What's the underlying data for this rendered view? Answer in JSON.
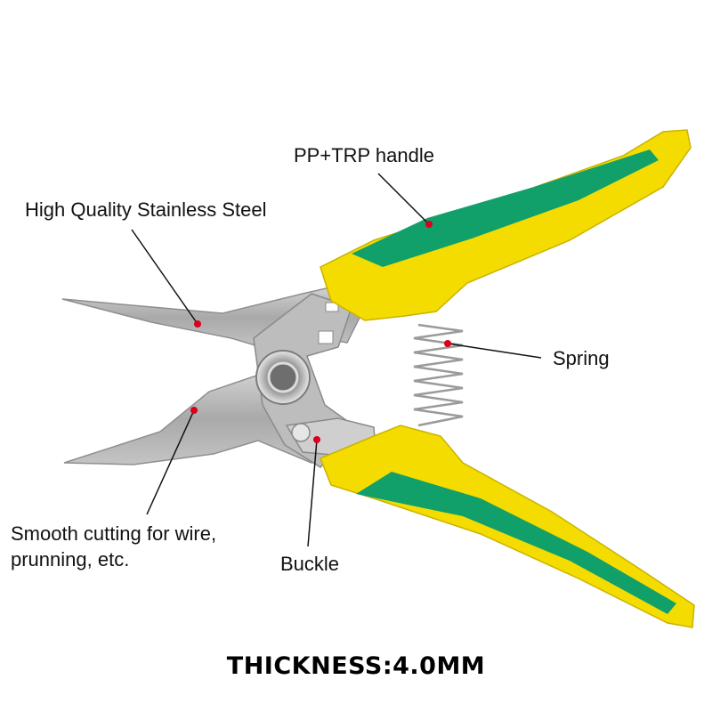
{
  "product": {
    "name_icon": "scissors-icon",
    "colors": {
      "handle_yellow": "#f4dc00",
      "handle_green": "#11a06a",
      "blade_steel": "#b8b8b8",
      "callout_dot": "#d9001b"
    }
  },
  "callouts": {
    "handle": "PP+TRP handle",
    "steel": "High Quality Stainless Steel",
    "spring": "Spring",
    "cutting_line1": "Smooth cutting for wire,",
    "cutting_line2": "prunning, etc.",
    "buckle": "Buckle"
  },
  "caption": "THICKNESS:4.0MM"
}
